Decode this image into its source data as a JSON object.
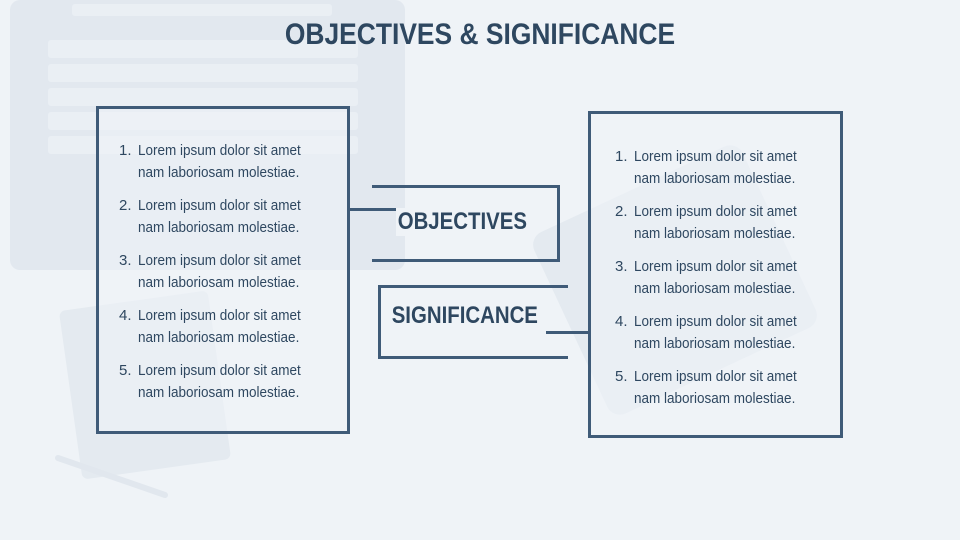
{
  "title": "OBJECTIVES & SIGNIFICANCE",
  "objectives": {
    "label": "OBJECTIVES",
    "items": [
      {
        "num": "1.",
        "line1": "Lorem ipsum dolor sit amet",
        "line2": "nam laboriosam molestiae."
      },
      {
        "num": "2.",
        "line1": "Lorem ipsum dolor sit amet",
        "line2": "nam laboriosam molestiae."
      },
      {
        "num": "3.",
        "line1": "Lorem ipsum dolor sit amet",
        "line2": "nam laboriosam molestiae."
      },
      {
        "num": "4.",
        "line1": "Lorem ipsum dolor sit amet",
        "line2": "nam laboriosam molestiae."
      },
      {
        "num": "5.",
        "line1": "Lorem ipsum dolor sit amet",
        "line2": "nam laboriosam molestiae."
      }
    ]
  },
  "significance": {
    "label": "SIGNIFICANCE",
    "items": [
      {
        "num": "1.",
        "line1": "Lorem ipsum dolor sit amet",
        "line2": "nam laboriosam molestiae."
      },
      {
        "num": "2.",
        "line1": "Lorem ipsum dolor sit amet",
        "line2": "nam laboriosam molestiae."
      },
      {
        "num": "3.",
        "line1": "Lorem ipsum dolor sit amet",
        "line2": "nam laboriosam molestiae."
      },
      {
        "num": "4.",
        "line1": "Lorem ipsum dolor sit amet",
        "line2": "nam laboriosam molestiae."
      },
      {
        "num": "5.",
        "line1": "Lorem ipsum dolor sit amet",
        "line2": "nam laboriosam molestiae."
      }
    ]
  },
  "colors": {
    "background": "#eff3f7",
    "accent": "#3f5b78",
    "text": "#2e4760"
  }
}
